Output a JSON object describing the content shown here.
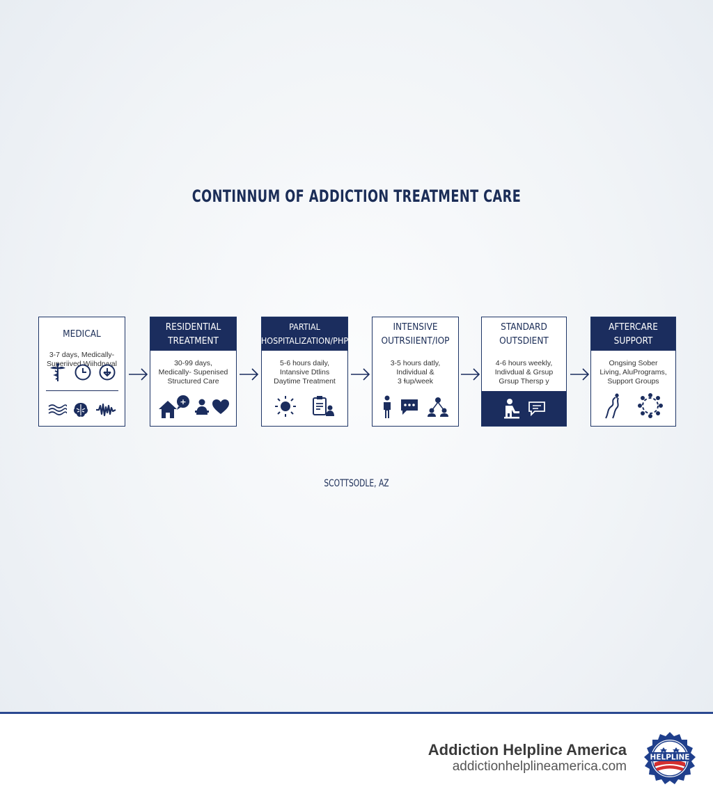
{
  "title": "CONTINNUM OF ADDICTION TREATMENT CARE",
  "stages": [
    {
      "heading_1": "MEDICAL",
      "heading_2": "",
      "desc_1": "3-7 days, Medically-",
      "desc_2": "Superiived Wiihdrvval",
      "desc_3": ""
    },
    {
      "heading_1": "RESIDENTIAL",
      "heading_2": "TREATMENT",
      "desc_1": "30-99 days,",
      "desc_2": "Medically- Supenised",
      "desc_3": "Structured Care"
    },
    {
      "heading_1": "PARTIAL",
      "heading_2": "HOSPITALIZATION/PHP",
      "desc_1": "5-6 hours daily,",
      "desc_2": "Intansive Dtlins",
      "desc_3": "Daytime Treatment"
    },
    {
      "heading_1": "INTENSIVE",
      "heading_2": "OUTRSIIENT/IOP",
      "desc_1": "3-5 hours datly,",
      "desc_2": "Individual &",
      "desc_3": "3 ɬup/week"
    },
    {
      "heading_1": "STANDARD",
      "heading_2": "OUTSDIENT",
      "desc_1": "4-6 hours weekly,",
      "desc_2": "Indivdual & Grsup",
      "desc_3": "Grsup Thersp y"
    },
    {
      "heading_1": "AFTERCARE",
      "heading_2": "SUPPORT",
      "desc_1": "Ongsing Sober",
      "desc_2": "Living, AluPrograms,",
      "desc_3": "Support Groups"
    }
  ],
  "location": "SCOTTSODLE, AZ",
  "footer": {
    "brand_name": "Addiction Helpline America",
    "brand_url": "addictionhelplineamerica.com",
    "badge_text": "HELPLINE"
  },
  "colors": {
    "navy": "#1b2d5e",
    "accent_line": "#2a4890"
  }
}
